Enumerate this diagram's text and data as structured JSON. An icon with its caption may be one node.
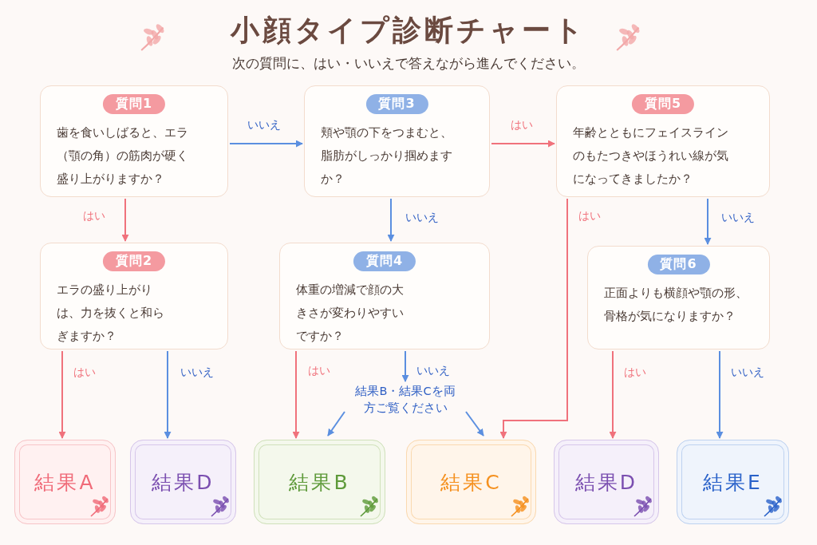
{
  "diagram": {
    "title": "小顔タイプ診断チャート",
    "nodes": [
      {
        "text": [
          "質問1",
          "歯を食いしばると、エラ（顎の角）の筋肉が硬く盛り上がりますか？"
        ]
      },
      {
        "text": [
          "質問3",
          "頬や顎の下をつまむと、脂肪がしっかり掴めますか？"
        ]
      },
      {
        "text": [
          "質問5",
          "年齢とともにフェイスラインのもたつきやほうれい線が気になってきましたか？"
        ]
      },
      {
        "text": [
          "質問2",
          "エラの盛り上がりは、力を抜くと和らぎますか？"
        ]
      },
      {
        "text": [
          "質問4",
          "体重の増減で顔の大きさが変わりやすいですか？"
        ]
      },
      {
        "text": [
          "質問6",
          "正面よりも横顔や顎の形、骨格が気になりますか？"
        ]
      },
      {
        "text": [
          "結果B・結果Cを両方ご覧ください"
        ]
      },
      {
        "text": [
          "結果A"
        ]
      },
      {
        "text": [
          "結果D"
        ]
      },
      {
        "text": [
          "結果B"
        ]
      },
      {
        "text": [
          "結果C"
        ]
      },
      {
        "text": [
          "結果D"
        ]
      },
      {
        "text": [
          "結果E"
        ]
      }
    ],
    "edges": [
      {
        "from": 0,
        "to": 1,
        "arrow": "to",
        "label": "いいえ"
      },
      {
        "from": 0,
        "to": 3,
        "arrow": "to",
        "label": "はい",
        "color": "#f0727c"
      },
      {
        "from": 1,
        "to": 2,
        "arrow": "to",
        "label": "はい",
        "color": "#f0727c"
      },
      {
        "from": 1,
        "to": 4,
        "arrow": "to",
        "label": "いいえ"
      },
      {
        "from": 2,
        "to": 10,
        "arrow": "to",
        "label": "はい",
        "color": "#f0727c"
      },
      {
        "from": 2,
        "to": 5,
        "arrow": "to",
        "label": "いいえ"
      },
      {
        "from": 3,
        "to": 7,
        "arrow": "to",
        "label": "はい",
        "color": "#f0727c"
      },
      {
        "from": 3,
        "to": 8,
        "arrow": "to",
        "label": "いいえ"
      },
      {
        "from": 4,
        "to": 9,
        "arrow": "to",
        "label": "はい",
        "color": "#f0727c"
      },
      {
        "from": 4,
        "to": 6,
        "arrow": "to",
        "label": "いいえ"
      },
      {
        "from": 6,
        "to": 9,
        "arrow": "to"
      },
      {
        "from": 6,
        "to": 10,
        "arrow": "to"
      },
      {
        "from": 5,
        "to": 11,
        "arrow": "to",
        "label": "はい",
        "color": "#f0727c"
      },
      {
        "from": 5,
        "to": 12,
        "arrow": "to",
        "label": "いいえ"
      }
    ],
    "labels": [
      "次の質問に、はい・いいえで答えながら進んでください。"
    ]
  }
}
